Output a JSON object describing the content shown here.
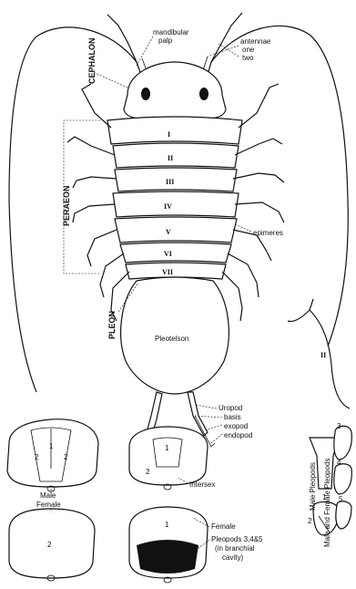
{
  "labels": {
    "cephalon": "CEPHALON",
    "mandibular_palp": "mandibular\npalp",
    "antennae": "antennae",
    "one": "one",
    "two": "two",
    "peraeon": "PERAEON",
    "epimeres": "epimeres",
    "pleon": "PLEON",
    "pleotelson": "Pleotelson",
    "uropod": "Uropod",
    "basis": "basis",
    "exopod": "exopod",
    "endopod": "endopod",
    "male": "Male",
    "female": "Female",
    "intersex": "Intersex",
    "female2": "Female",
    "pleopods_345": "Pleopods 3,4&5",
    "branchial_1": "(in branchial",
    "branchial_2": "cavity)",
    "male_pleopods": "Male Pleopods",
    "male_female_pleopods": "Male and Female Pleopods",
    "num_1": "1",
    "num_2": "2",
    "num_3": "3",
    "num_4": "4",
    "num_5": "5",
    "inset_roman": "II"
  },
  "segments": [
    "I",
    "II",
    "III",
    "IV",
    "V",
    "VI",
    "VII"
  ],
  "diagram_digits": {
    "male_1": "1",
    "male_2a": "2",
    "male_2b": "2",
    "female_2": "2",
    "intersex_1": "1",
    "intersex_2": "2",
    "bottom_female_1": "1"
  }
}
